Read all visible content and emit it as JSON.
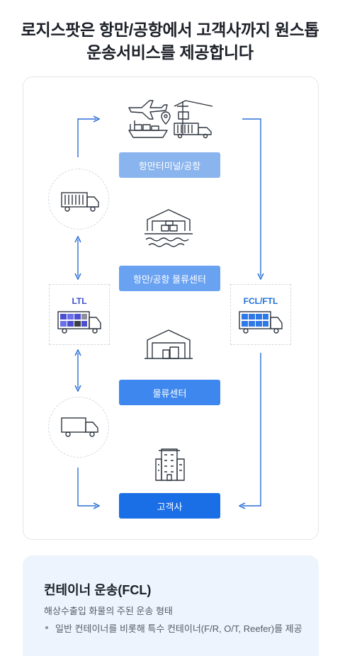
{
  "headline": {
    "line1": "로지스팟은 항만/공항에서 고객사까지 원스톱",
    "line2": "운송서비스를 제공합니다"
  },
  "stages": [
    {
      "label": "항만터미널/공항",
      "color": "#8ab4ee",
      "icon": "port-airport-icon"
    },
    {
      "label": "항만/공항 물류센터",
      "color": "#6aa2f2",
      "icon": "harbor-warehouse-icon"
    },
    {
      "label": "물류센터",
      "color": "#3d87ee",
      "icon": "warehouse-icon"
    },
    {
      "label": "고객사",
      "color": "#1a6fe6",
      "icon": "office-building-icon"
    }
  ],
  "transports": {
    "ltl_label": "LTL",
    "fcl_ftl_label": "FCL/FTL"
  },
  "info": {
    "title": "컨테이너 운송(FCL)",
    "subtitle": "해상수출입 화물의 주된 운송 형태",
    "bullet": "일반 컨테이너를 비롯해 특수 컨테이너(F/R, O/T, Reefer)를 제공"
  },
  "colors": {
    "arrow": "#2b6fd6",
    "icon": "#2f3640",
    "ltl_cargo": "#4b4fd1",
    "fcl_cargo": "#2f79e6"
  }
}
